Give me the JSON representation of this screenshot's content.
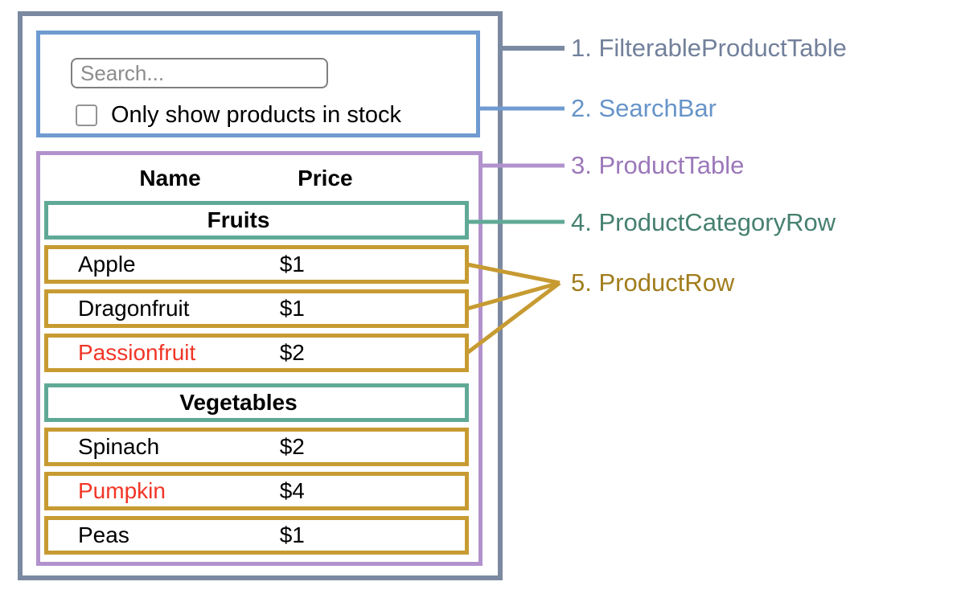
{
  "colors": {
    "filterable_product_table": "#7b89a1",
    "search_bar": "#6f9bd1",
    "product_table": "#b192cd",
    "product_category_row": "#60a996",
    "product_row": "#c79b32",
    "out_of_stock_text": "#f13526"
  },
  "search_bar": {
    "input_placeholder": "Search...",
    "checkbox_label": "Only show products in stock",
    "checkbox_checked": false
  },
  "product_table": {
    "columns": [
      "Name",
      "Price"
    ],
    "sections": [
      {
        "category": "Fruits",
        "rows": [
          {
            "name": "Apple",
            "price": "$1",
            "in_stock": true
          },
          {
            "name": "Dragonfruit",
            "price": "$1",
            "in_stock": true
          },
          {
            "name": "Passionfruit",
            "price": "$2",
            "in_stock": false
          }
        ]
      },
      {
        "category": "Vegetables",
        "rows": [
          {
            "name": "Spinach",
            "price": "$2",
            "in_stock": true
          },
          {
            "name": "Pumpkin",
            "price": "$4",
            "in_stock": false
          },
          {
            "name": "Peas",
            "price": "$1",
            "in_stock": true
          }
        ]
      }
    ]
  },
  "annotations": [
    {
      "text": "1. FilterableProductTable"
    },
    {
      "text": "2. SearchBar"
    },
    {
      "text": "3. ProductTable"
    },
    {
      "text": "4. ProductCategoryRow"
    },
    {
      "text": "5. ProductRow"
    }
  ]
}
